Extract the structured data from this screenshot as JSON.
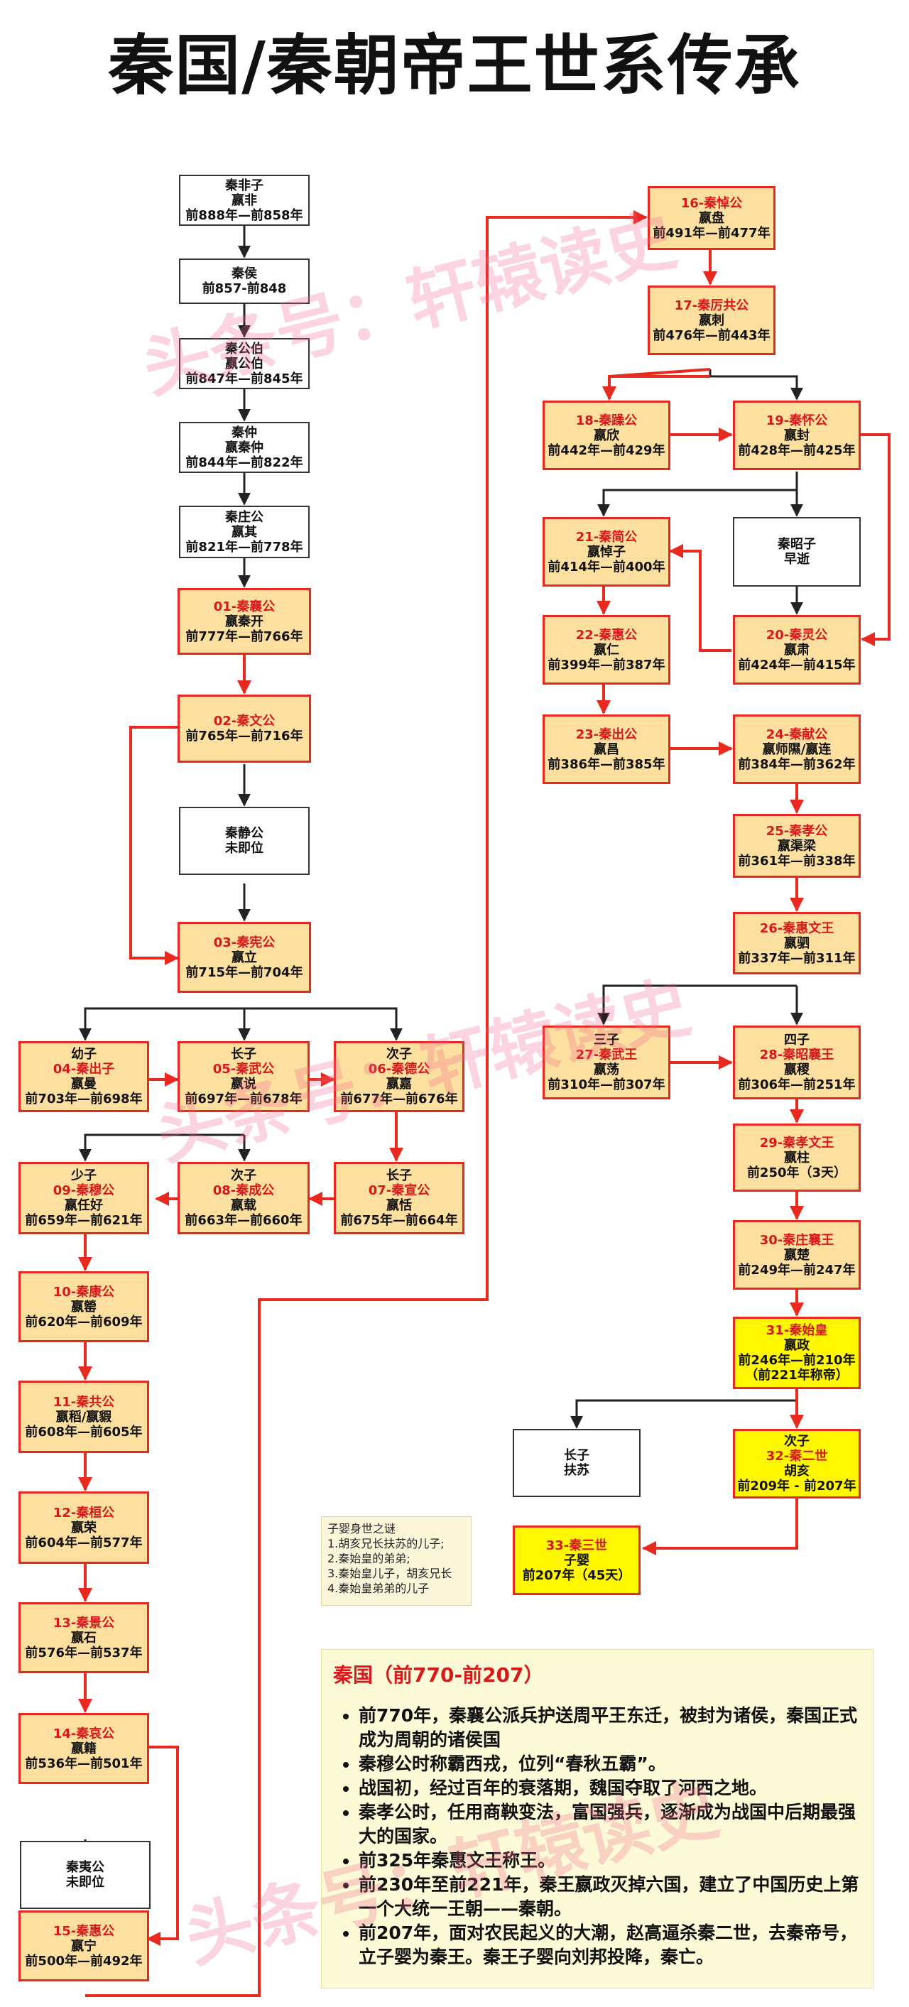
{
  "title": "秦国/秦朝帝王世系传承",
  "nodes": [
    {
      "id": "n0",
      "style": "plain",
      "lines": [
        "",
        "秦非子",
        "嬴非",
        "前888年—前858年"
      ]
    },
    {
      "id": "n1",
      "style": "plain",
      "lines": [
        "",
        "秦侯",
        "前857-前848"
      ]
    },
    {
      "id": "n2",
      "style": "plain",
      "lines": [
        "",
        "秦公伯",
        "嬴公伯",
        "前847年—前845年"
      ]
    },
    {
      "id": "n3",
      "style": "plain",
      "lines": [
        "",
        "秦仲",
        "嬴秦仲",
        "前844年—前822年"
      ]
    },
    {
      "id": "n4",
      "style": "plain",
      "lines": [
        "",
        "秦庄公",
        "嬴其",
        "前821年—前778年"
      ]
    },
    {
      "id": "n5",
      "style": "ruler",
      "lines": [
        "",
        "01-秦襄公",
        "嬴秦开",
        "前777年—前766年"
      ]
    },
    {
      "id": "n6",
      "style": "ruler",
      "lines": [
        "",
        "02-秦文公",
        "前765年—前716年"
      ]
    },
    {
      "id": "n7",
      "style": "plain",
      "lines": [
        "",
        "秦静公",
        "未即位"
      ]
    },
    {
      "id": "n8",
      "style": "ruler",
      "lines": [
        "",
        "03-秦宪公",
        "嬴立",
        "前715年—前704年"
      ]
    },
    {
      "id": "n9",
      "style": "ruler",
      "lines": [
        "幼子",
        "04-秦出子",
        "嬴曼",
        "前703年—前698年"
      ]
    },
    {
      "id": "n10",
      "style": "ruler",
      "lines": [
        "长子",
        "05-秦武公",
        "嬴说",
        "前697年—前678年"
      ]
    },
    {
      "id": "n11",
      "style": "ruler",
      "lines": [
        "次子",
        "06-秦德公",
        "嬴嘉",
        "前677年—前676年"
      ]
    },
    {
      "id": "n12",
      "style": "ruler",
      "lines": [
        "少子",
        "09-秦穆公",
        "嬴任好",
        "前659年—前621年"
      ]
    },
    {
      "id": "n13",
      "style": "ruler",
      "lines": [
        "次子",
        "08-秦成公",
        "嬴载",
        "前663年—前660年"
      ]
    },
    {
      "id": "n14",
      "style": "ruler",
      "lines": [
        "长子",
        "07-秦宣公",
        "嬴恬",
        "前675年—前664年"
      ]
    },
    {
      "id": "n15",
      "style": "ruler",
      "lines": [
        "",
        "10-秦康公",
        "嬴罃",
        "前620年—前609年"
      ]
    },
    {
      "id": "n16",
      "style": "ruler",
      "lines": [
        "",
        "11-秦共公",
        "嬴稻/嬴貑",
        "前608年—前605年"
      ]
    },
    {
      "id": "n17",
      "style": "ruler",
      "lines": [
        "",
        "12-秦桓公",
        "嬴荣",
        "前604年—前577年"
      ]
    },
    {
      "id": "n18",
      "style": "ruler",
      "lines": [
        "",
        "13-秦景公",
        "嬴石",
        "前576年—前537年"
      ]
    },
    {
      "id": "n19",
      "style": "ruler",
      "lines": [
        "",
        "14-秦哀公",
        "嬴籍",
        "前536年—前501年"
      ]
    },
    {
      "id": "n20",
      "style": "plain",
      "lines": [
        "",
        "秦夷公",
        "未即位"
      ]
    },
    {
      "id": "n21",
      "style": "ruler",
      "lines": [
        "",
        "15-秦惠公",
        "嬴宁",
        "前500年—前492年"
      ]
    },
    {
      "id": "n22",
      "style": "ruler",
      "lines": [
        "",
        "16-秦悼公",
        "嬴盘",
        "前491年—前477年"
      ]
    },
    {
      "id": "n23",
      "style": "ruler",
      "lines": [
        "",
        "17-秦厉共公",
        "嬴刺",
        "前476年—前443年"
      ]
    },
    {
      "id": "n24",
      "style": "ruler",
      "lines": [
        "",
        "18-秦躁公",
        "嬴欣",
        "前442年—前429年"
      ]
    },
    {
      "id": "n25",
      "style": "ruler",
      "lines": [
        "",
        "19-秦怀公",
        "嬴封",
        "前428年—前425年"
      ]
    },
    {
      "id": "n26",
      "style": "ruler",
      "lines": [
        "",
        "21-秦简公",
        "嬴悼子",
        "前414年—前400年"
      ]
    },
    {
      "id": "n27",
      "style": "plain",
      "lines": [
        "",
        "秦昭子",
        "早逝"
      ]
    },
    {
      "id": "n28",
      "style": "ruler",
      "lines": [
        "",
        "22-秦惠公",
        "嬴仁",
        "前399年—前387年"
      ]
    },
    {
      "id": "n29",
      "style": "ruler",
      "lines": [
        "",
        "20-秦灵公",
        "嬴肃",
        "前424年—前415年"
      ]
    },
    {
      "id": "n30",
      "style": "ruler",
      "lines": [
        "",
        "23-秦出公",
        "嬴昌",
        "前386年—前385年"
      ]
    },
    {
      "id": "n31",
      "style": "ruler",
      "lines": [
        "",
        "24-秦献公",
        "嬴师隰/嬴连",
        "前384年—前362年"
      ]
    },
    {
      "id": "n32",
      "style": "ruler",
      "lines": [
        "",
        "25-秦孝公",
        "嬴渠梁",
        "前361年—前338年"
      ]
    },
    {
      "id": "n33",
      "style": "ruler",
      "lines": [
        "",
        "26-秦惠文王",
        "嬴驷",
        "前337年—前311年"
      ]
    },
    {
      "id": "n34",
      "style": "ruler",
      "lines": [
        "三子",
        "27-秦武王",
        "嬴荡",
        "前310年—前307年"
      ]
    },
    {
      "id": "n35",
      "style": "ruler",
      "lines": [
        "四子",
        "28-秦昭襄王",
        "嬴稷",
        "前306年—前251年"
      ]
    },
    {
      "id": "n36",
      "style": "ruler",
      "lines": [
        "",
        "29-秦孝文王",
        "嬴柱",
        "前250年（3天）"
      ]
    },
    {
      "id": "n37",
      "style": "ruler",
      "lines": [
        "",
        "30-秦庄襄王",
        "嬴楚",
        "前249年—前247年"
      ]
    },
    {
      "id": "n38",
      "style": "emperor",
      "lines": [
        "",
        "31-秦始皇",
        "嬴政",
        "前246年—前210年",
        "（前221年称帝）"
      ]
    },
    {
      "id": "n39",
      "style": "plain",
      "lines": [
        "",
        "长子",
        "扶苏"
      ]
    },
    {
      "id": "n40",
      "style": "emperor",
      "lines": [
        "次子",
        "32-秦二世",
        "胡亥",
        "前209年 - 前207年"
      ]
    },
    {
      "id": "n41",
      "style": "emperor",
      "lines": [
        "",
        "33-秦三世",
        "子婴",
        "前207年（45天）"
      ]
    }
  ],
  "mystery": {
    "title": "子婴身世之谜",
    "items": [
      "1.胡亥兄长扶苏的儿子;",
      "2.秦始皇的弟弟;",
      "3.秦始皇儿子，胡亥兄长",
      "4.秦始皇弟弟的儿子"
    ]
  },
  "summary": {
    "heading": "秦国（前770-前207）",
    "points": [
      "前770年，秦襄公派兵护送周平王东迁，被封为诸侯，秦国正式成为周朝的诸侯国",
      "秦穆公时称霸西戎，位列“春秋五霸”。",
      "战国初，经过百年的衰落期，魏国夺取了河西之地。",
      "秦孝公时，任用商鞅变法，富国强兵，逐渐成为战国中后期最强大的国家。",
      "前325年秦惠文王称王。",
      "前230年至前221年，秦王嬴政灭掉六国，建立了中国历史上第一个大统一王朝——秦朝。",
      "前207年，面对农民起义的大潮，赵高逼杀秦二世，去秦帝号，立子婴为秦王。秦王子婴向刘邦投降，秦亡。"
    ]
  },
  "watermark": "头条号：轩辕读史",
  "colors": {
    "red_line": "#e7291f",
    "black_line": "#222222",
    "ruler_fill": "#fde0a0",
    "emperor_fill": "#fff700",
    "name_red": "#d7191c"
  }
}
